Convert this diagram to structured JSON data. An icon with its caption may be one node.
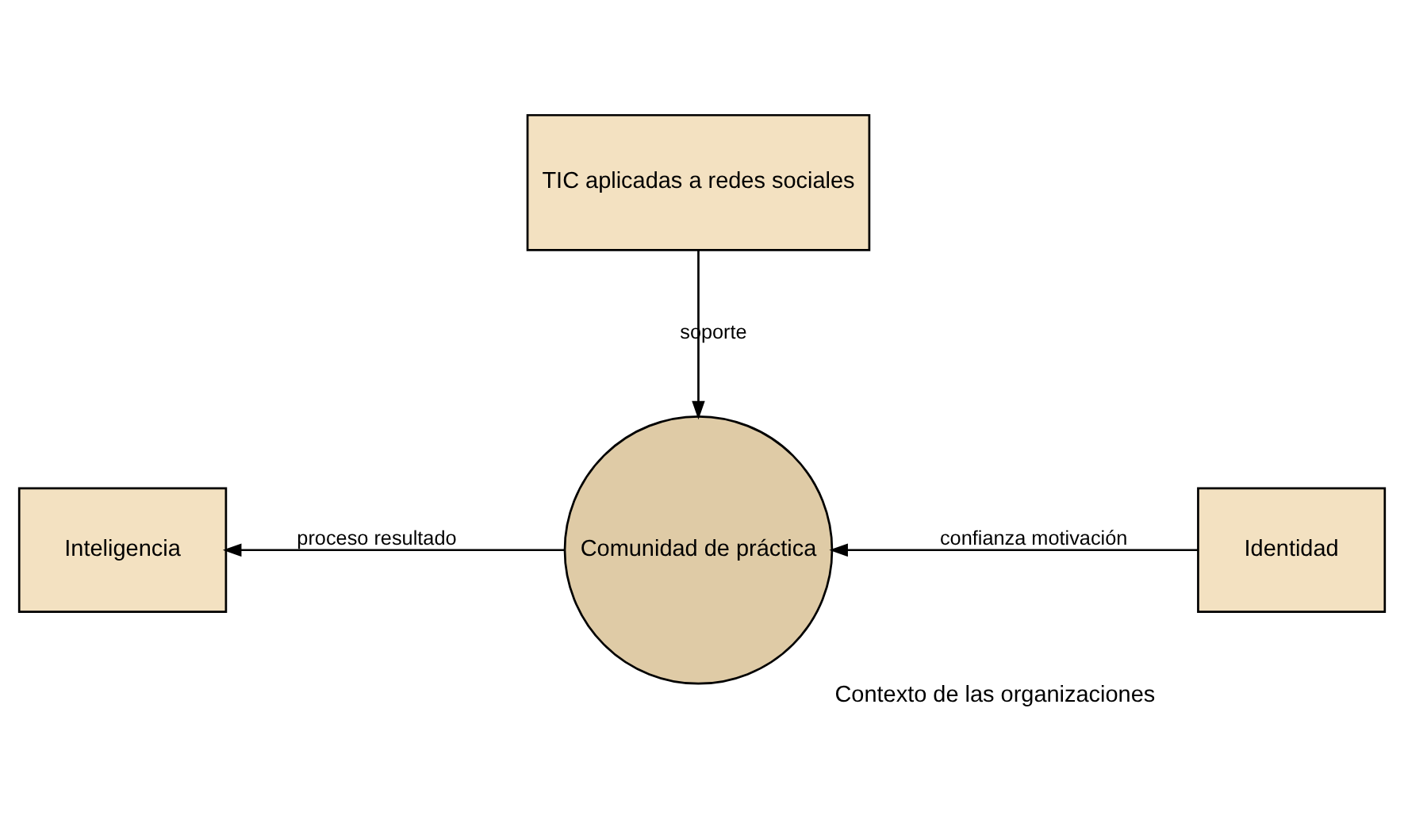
{
  "diagram": {
    "nodes": [
      {
        "text": [
          "TIC aplicadas a redes sociales"
        ]
      },
      {
        "text": [
          "Comunidad de práctica"
        ],
        "beside": [
          "Contexto de las organizaciones"
        ]
      },
      {
        "text": [
          "Inteligencia"
        ]
      },
      {
        "text": [
          "Identidad"
        ]
      }
    ],
    "edges": [
      {
        "from": 0,
        "to": 1,
        "arrow": "to",
        "label": "soporte"
      },
      {
        "from": 1,
        "to": 2,
        "arrow": "to",
        "label": "proceso resultado"
      },
      {
        "from": 3,
        "to": 1,
        "arrow": "to",
        "label": "confianza motivación"
      }
    ]
  }
}
